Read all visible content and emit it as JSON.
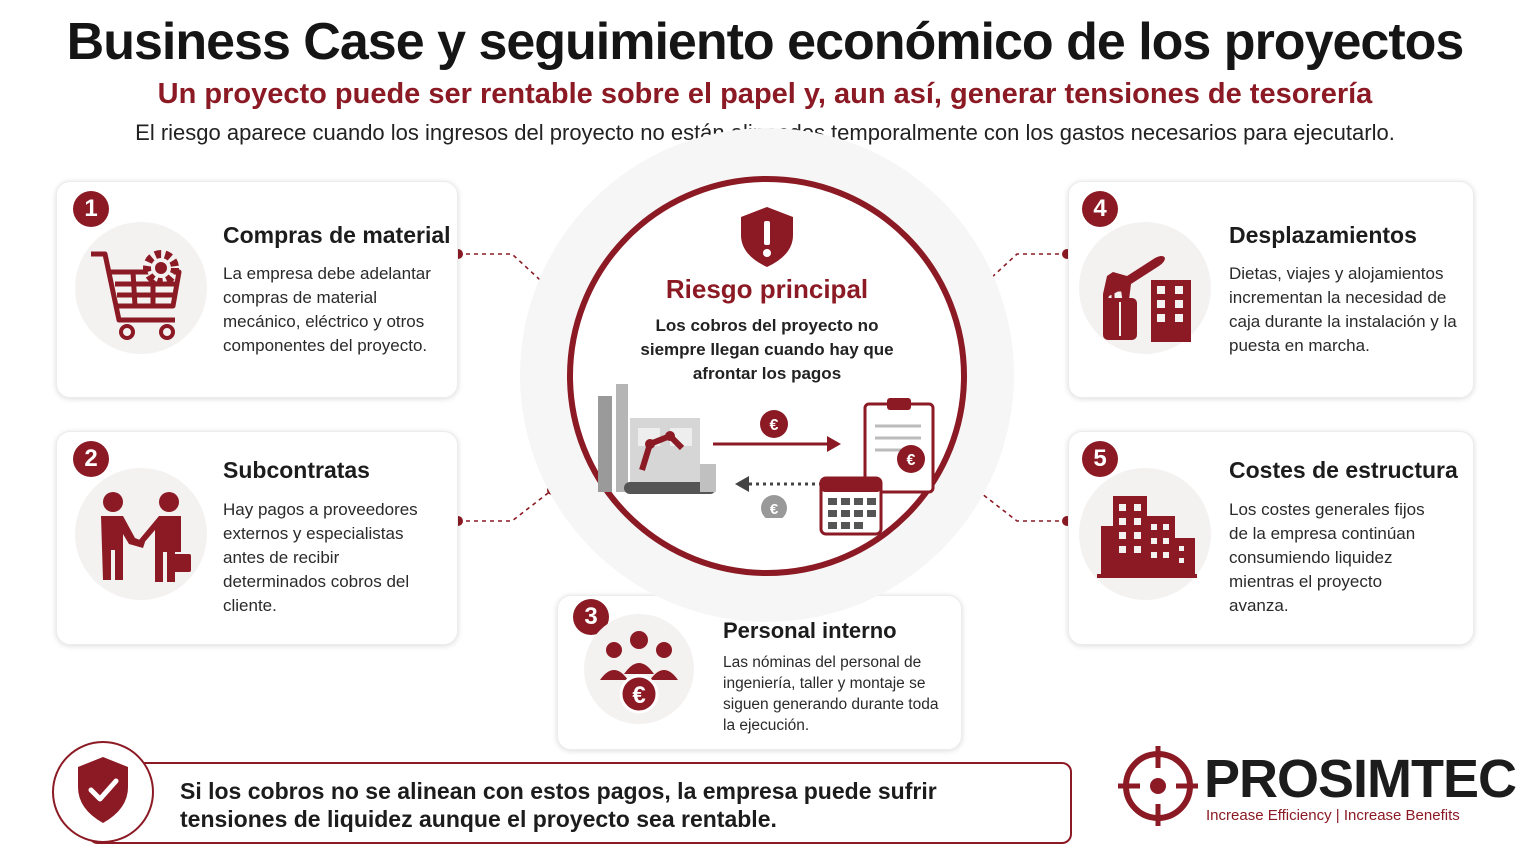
{
  "header": {
    "title": "Business Case y seguimiento económico de los proyectos",
    "subtitle": "Un proyecto puede ser rentable sobre el papel y, aun así, generar tensiones de tesorería",
    "intro": "El riesgo aparece cuando los ingresos del proyecto no están alineados temporalmente con los gastos necesarios para ejecutarlo."
  },
  "center": {
    "title": "Riesgo principal",
    "text": "Los cobros del proyecto no siempre llegan cuando hay que afrontar los pagos",
    "currency_symbol": "€"
  },
  "cards": [
    {
      "number": "1",
      "title": "Compras de material",
      "text": "La empresa debe adelantar compras de material mecánico, eléctrico y otros componentes del proyecto.",
      "icon": "shopping-cart-gear-icon"
    },
    {
      "number": "2",
      "title": "Subcontratas",
      "text": "Hay pagos a proveedores externos y especialistas antes de recibir determinados cobros del cliente.",
      "icon": "handshake-icon"
    },
    {
      "number": "3",
      "title": "Personal interno",
      "text": "Las nóminas del personal de ingeniería, taller y montaje se siguen generando durante toda la ejecución.",
      "icon": "team-euro-icon"
    },
    {
      "number": "4",
      "title": "Desplazamientos",
      "text": "Dietas, viajes y alojamientos incrementan la necesidad de caja durante la instalación y la puesta en marcha.",
      "icon": "travel-icon"
    },
    {
      "number": "5",
      "title": "Costes de estructura",
      "text": "Los costes generales fijos de la empresa continúan consumiendo liquidez mientras el proyecto avanza.",
      "icon": "buildings-icon"
    }
  ],
  "footer": {
    "message": "Si los cobros no se alinean con estos pagos, la empresa puede sufrir tensiones de liquidez aunque el proyecto sea rentable.",
    "brand_name": "PROSIMTEC",
    "brand_tagline": "Increase Efficiency | Increase Benefits"
  },
  "colors": {
    "accent": "#8b1a24",
    "text": "#1c1c1c",
    "icon_bg": "#f4f1f1"
  }
}
